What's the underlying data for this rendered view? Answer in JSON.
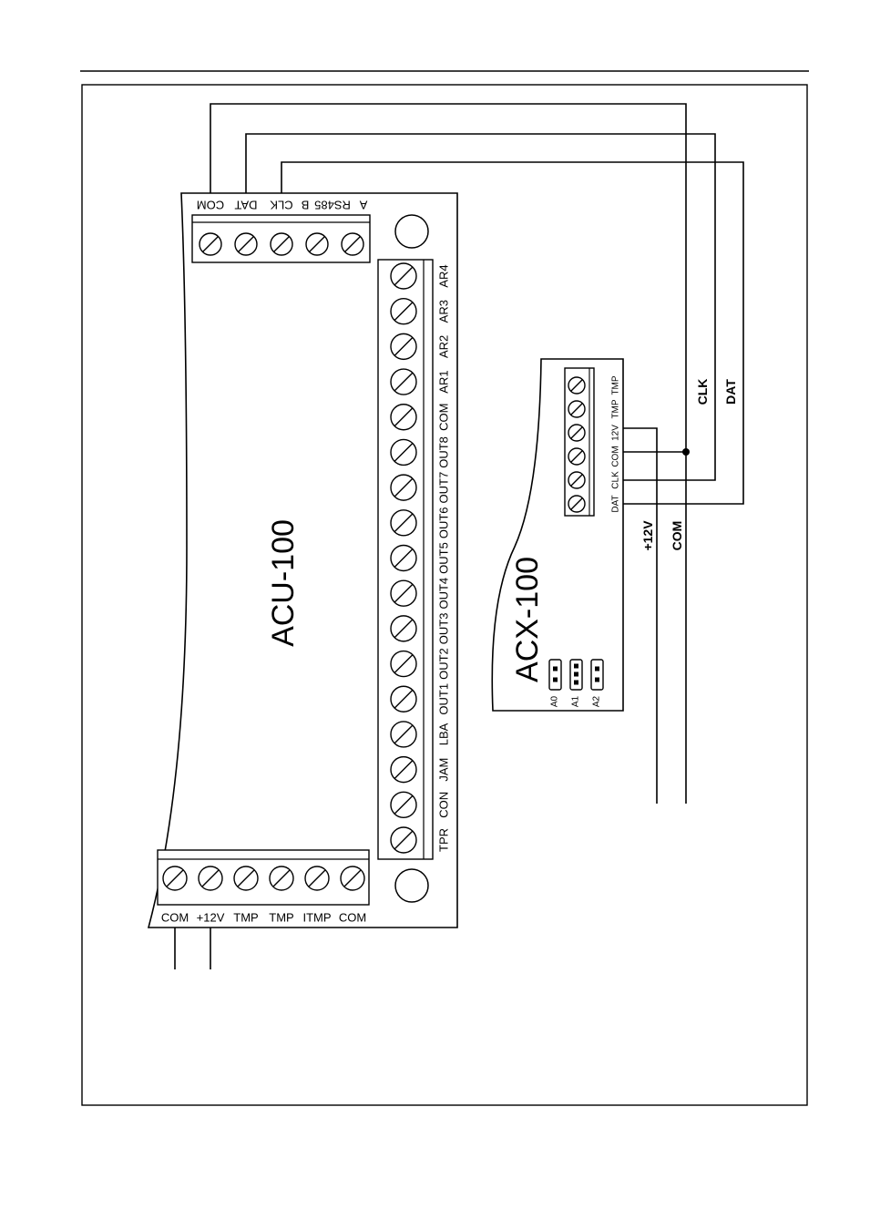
{
  "acu": {
    "name": "ACU-100",
    "rs485_terminals": [
      "COM",
      "DAT",
      "CLK",
      "B",
      "RS485",
      "A"
    ],
    "main_terminals": [
      "TPR",
      "CON",
      "JAM",
      "LBA",
      "OUT1",
      "OUT2",
      "OUT3",
      "OUT4",
      "OUT5",
      "OUT6",
      "OUT7",
      "OUT8",
      "COM",
      "AR1",
      "AR2",
      "AR3",
      "AR4"
    ],
    "power_terminals": [
      "COM",
      "+12V",
      "TMP",
      "TMP",
      "ITMP",
      "COM"
    ]
  },
  "acx": {
    "name": "ACX-100",
    "terminals": [
      "DAT",
      "CLK",
      "COM",
      "12V",
      "TMP",
      "TMP"
    ],
    "jumpers": [
      "A0",
      "A1",
      "A2"
    ]
  },
  "wire_labels": {
    "clk": "CLK",
    "dat": "DAT",
    "v12": "+12V",
    "com": "COM"
  }
}
